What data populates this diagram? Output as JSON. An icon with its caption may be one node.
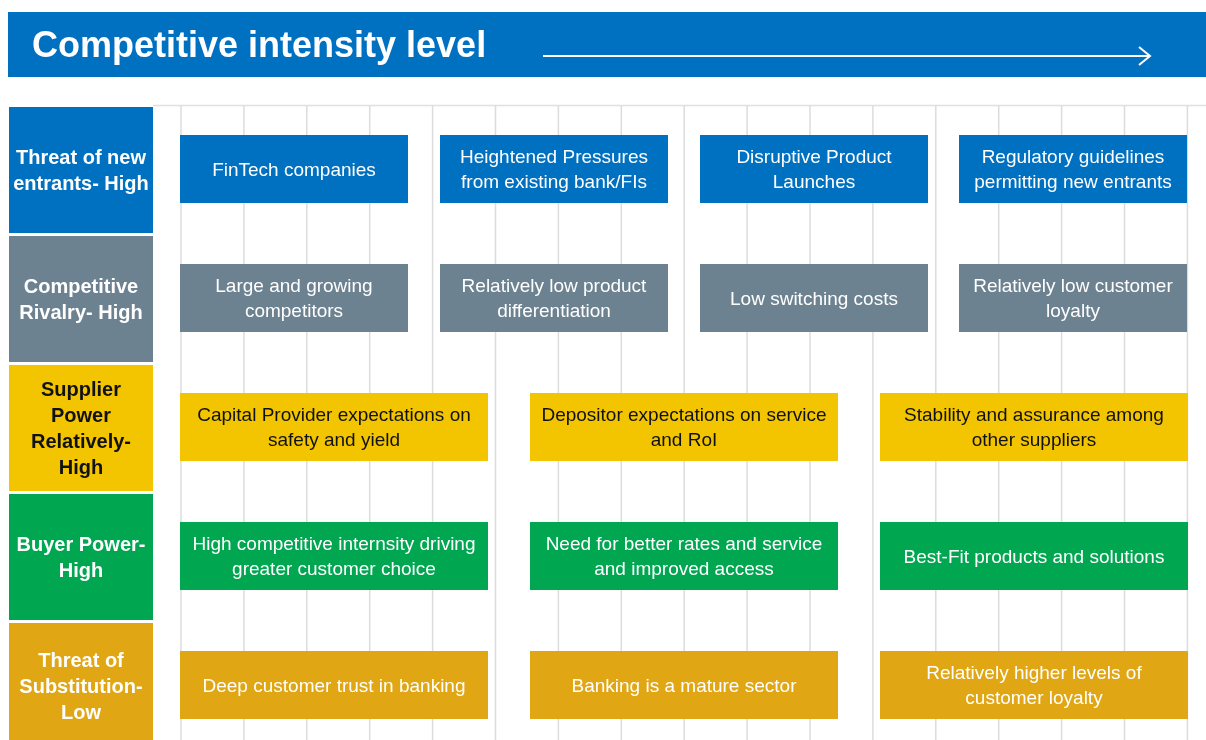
{
  "diagram": {
    "title": "Competitive intensity level",
    "nodes": [
      {
        "text": [
          "Threat of new entrants- High"
        ]
      },
      {
        "text": [
          "FinTech companies"
        ]
      },
      {
        "text": [
          "Heightened Pressures from existing bank/FIs"
        ]
      },
      {
        "text": [
          "Disruptive Product Launches"
        ]
      },
      {
        "text": [
          "Regulatory guidelines permitting new entrants"
        ]
      },
      {
        "text": [
          "Competitive Rivalry- High"
        ]
      },
      {
        "text": [
          "Large and growing competitors"
        ]
      },
      {
        "text": [
          "Relatively low product differentiation"
        ]
      },
      {
        "text": [
          "Low switching costs"
        ]
      },
      {
        "text": [
          "Relatively low customer loyalty"
        ]
      },
      {
        "text": [
          "Supplier Power Relatively- High"
        ]
      },
      {
        "text": [
          "Capital Provider expectations on safety and yield"
        ]
      },
      {
        "text": [
          "Depositor expectations on service and RoI"
        ]
      },
      {
        "text": [
          "Stability and assurance among other suppliers"
        ]
      },
      {
        "text": [
          "Buyer Power- High"
        ]
      },
      {
        "text": [
          "High competitive internsity driving greater customer choice"
        ]
      },
      {
        "text": [
          "Need for better rates and service and improved access"
        ]
      },
      {
        "text": [
          "Best-Fit products and solutions"
        ]
      },
      {
        "text": [
          "Threat of Substitution- Low"
        ]
      },
      {
        "text": [
          "Deep customer trust in banking"
        ]
      },
      {
        "text": [
          "Banking is a mature sector"
        ]
      },
      {
        "text": [
          "Relatively higher levels of customer loyalty"
        ]
      }
    ],
    "edges": []
  }
}
